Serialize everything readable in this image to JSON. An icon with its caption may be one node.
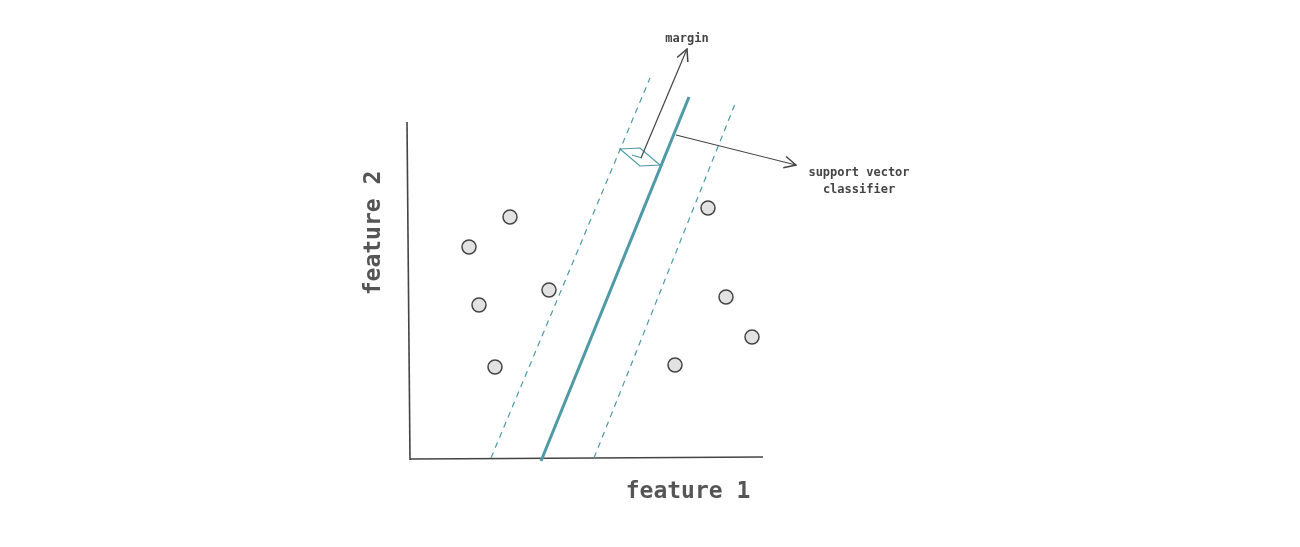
{
  "diagram": {
    "nodes": [
      {
        "text": [
          "margin"
        ]
      },
      {
        "text": [
          "support vector classifier"
        ]
      }
    ],
    "edges": [
      {
        "from": null,
        "to": 0,
        "arrow": "to"
      },
      {
        "from": null,
        "to": 1,
        "arrow": "to"
      }
    ],
    "labels": [
      "feature 2",
      "feature 1"
    ]
  }
}
